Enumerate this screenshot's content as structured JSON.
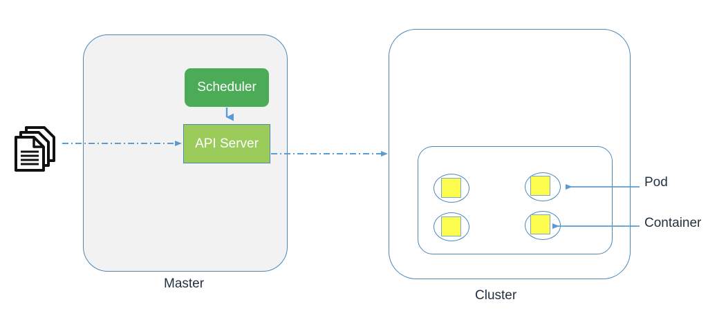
{
  "diagram": {
    "title": "Kubernetes Master and Cluster architecture",
    "type": "architecture-diagram",
    "colors": {
      "border_blue": "#4a86b8",
      "arrow_blue": "#5b9bd5",
      "scheduler_green": "#4cab57",
      "api_server_green": "#9bcb5b",
      "container_yellow": "#fdfd50",
      "master_fill": "#f2f2f2",
      "label_text": "#22313f",
      "box_text": "#ffffff"
    }
  },
  "master": {
    "caption": "Master",
    "scheduler": {
      "label": "Scheduler"
    },
    "api_server": {
      "label": "API Server"
    }
  },
  "cluster": {
    "caption": "Cluster",
    "pods": [
      {
        "id": "pod-1",
        "container_label": ""
      },
      {
        "id": "pod-2",
        "container_label": ""
      },
      {
        "id": "pod-3",
        "container_label": ""
      },
      {
        "id": "pod-4",
        "container_label": ""
      }
    ]
  },
  "annotations": {
    "pod_label": "Pod",
    "container_label": "Container"
  },
  "icons": {
    "documents": "documents-stack-icon",
    "arrow_request": "dash-dot-arrow-right",
    "arrow_schedule": "arrow-down",
    "arrow_dispatch": "dash-dot-arrow-right",
    "arrow_pod_callout": "arrow-left",
    "arrow_container_callout": "arrow-left"
  }
}
